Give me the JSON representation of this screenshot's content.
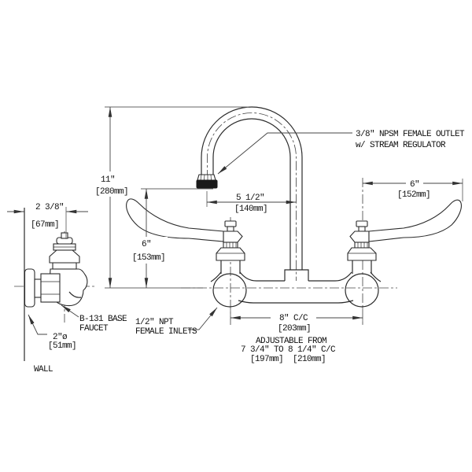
{
  "title": "B-131 wall mount faucet dimension drawing",
  "colors": {
    "background": "#ffffff",
    "line": "#2b2b2b",
    "dimension": "#444444",
    "text": "#111111",
    "regulator_fill": "#1a1a1a"
  },
  "side_view": {
    "width_in": "2 3/8\"",
    "width_mm": "[67mm]",
    "faucet_label_line1": "B-131 BASE",
    "faucet_label_line2": "FAUCET",
    "flange_dia_in": "2\"ø",
    "flange_dia_mm": "[51mm]",
    "wall_label": "WALL"
  },
  "front_view": {
    "spout_height_in": "11\"",
    "spout_height_mm": "[280mm]",
    "outlet_height_in": "6\"",
    "outlet_height_mm": "[153mm]",
    "outlet_reach_in": "5 1/2\"",
    "outlet_reach_mm": "[140mm]",
    "handle_length_in": "6\"",
    "handle_length_mm": "[152mm]",
    "outlet_note_line1": "3/8\" NPSM FEMALE OUTLET",
    "outlet_note_line2": "w/ STREAM REGULATOR",
    "inlet_note_line1": "1/2\" NPT",
    "inlet_note_line2": "FEMALE INLETS",
    "centers_in": "8\" C/C",
    "centers_mm": "[203mm]",
    "adjustable_line1": "ADJUSTABLE FROM",
    "adjustable_line2": "7 3/4\" TO 8 1/4\" C/C",
    "adjustable_line3": "[197mm]  [210mm]"
  }
}
